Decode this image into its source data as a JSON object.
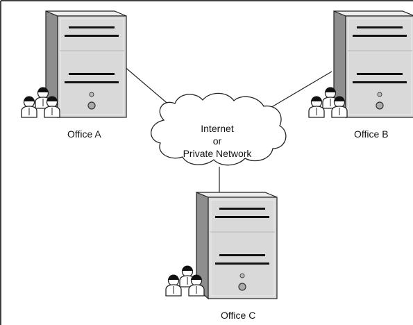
{
  "nodes": {
    "office_a": {
      "label": "Office A"
    },
    "office_b": {
      "label": "Office B"
    },
    "office_c": {
      "label": "Office C"
    }
  },
  "network": {
    "lines": [
      "Internet",
      "or",
      "Private Network"
    ]
  },
  "connections": [
    {
      "from": "office_a",
      "to": "network"
    },
    {
      "from": "office_b",
      "to": "network"
    },
    {
      "from": "office_c",
      "to": "network"
    }
  ],
  "colors": {
    "server_front": "#d9d9d9",
    "server_side": "#8e8e8e",
    "server_top": "#eeeeee",
    "outline": "#222222",
    "border": "#000000"
  }
}
